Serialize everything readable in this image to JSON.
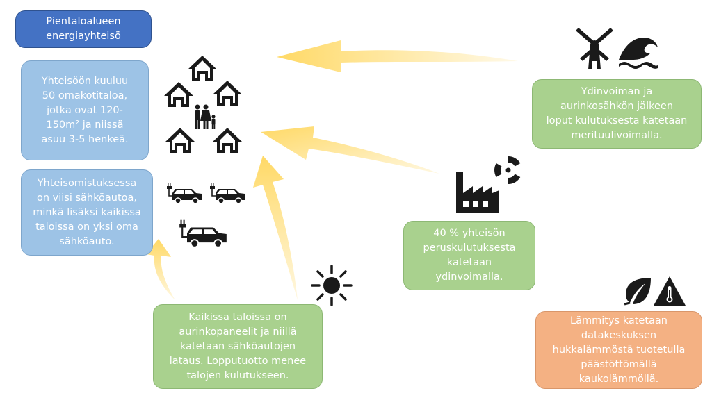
{
  "title": "Pientaloalueen\nenergiayhteisö",
  "boxes": {
    "houses": "Yhteisöön kuuluu\n50 omakotitaloa,\njotka ovat 120-\n150m² ja niissä\nasuu 3-5 henkeä.",
    "cars": "Yhteisomistuksessa\non viisi sähköautoa,\nminkä lisäksi kaikissa\ntaloissa on yksi oma\nsähköauto.",
    "solar": "Kaikissa taloissa on\naurinkopaneelit ja niillä\nkatetaan sähköautojen\nlataus. Lopputuotto menee\ntalojen kulutukseen.",
    "nuclear": "40 % yhteisön\nperuskulutuksesta\nkatetaan\nydinvoimalla.",
    "wind": "Ydinvoiman ja\naurinkosähkön jälkeen\nloput kulutuksesta katetaan\nmerituulivoimalla.",
    "heating": "Lämmitys katetaan\ndatakeskuksen\nhukkalämmöstä tuotetulla\npäästöttömällä\nkaukolämmöllä."
  },
  "colors": {
    "title": "#4472c4",
    "blue_box": "#9dc3e6",
    "green_box": "#a9d18e",
    "orange_box": "#f4b183",
    "arrow": "#ffd966",
    "icon": "#1a1a1a"
  },
  "icons": [
    "house-icon",
    "family-icon",
    "electric-car-icon",
    "sun-icon",
    "factory-icon",
    "radiation-icon",
    "windmill-icon",
    "wave-icon",
    "leaf-icon",
    "warning-thermometer-icon"
  ]
}
